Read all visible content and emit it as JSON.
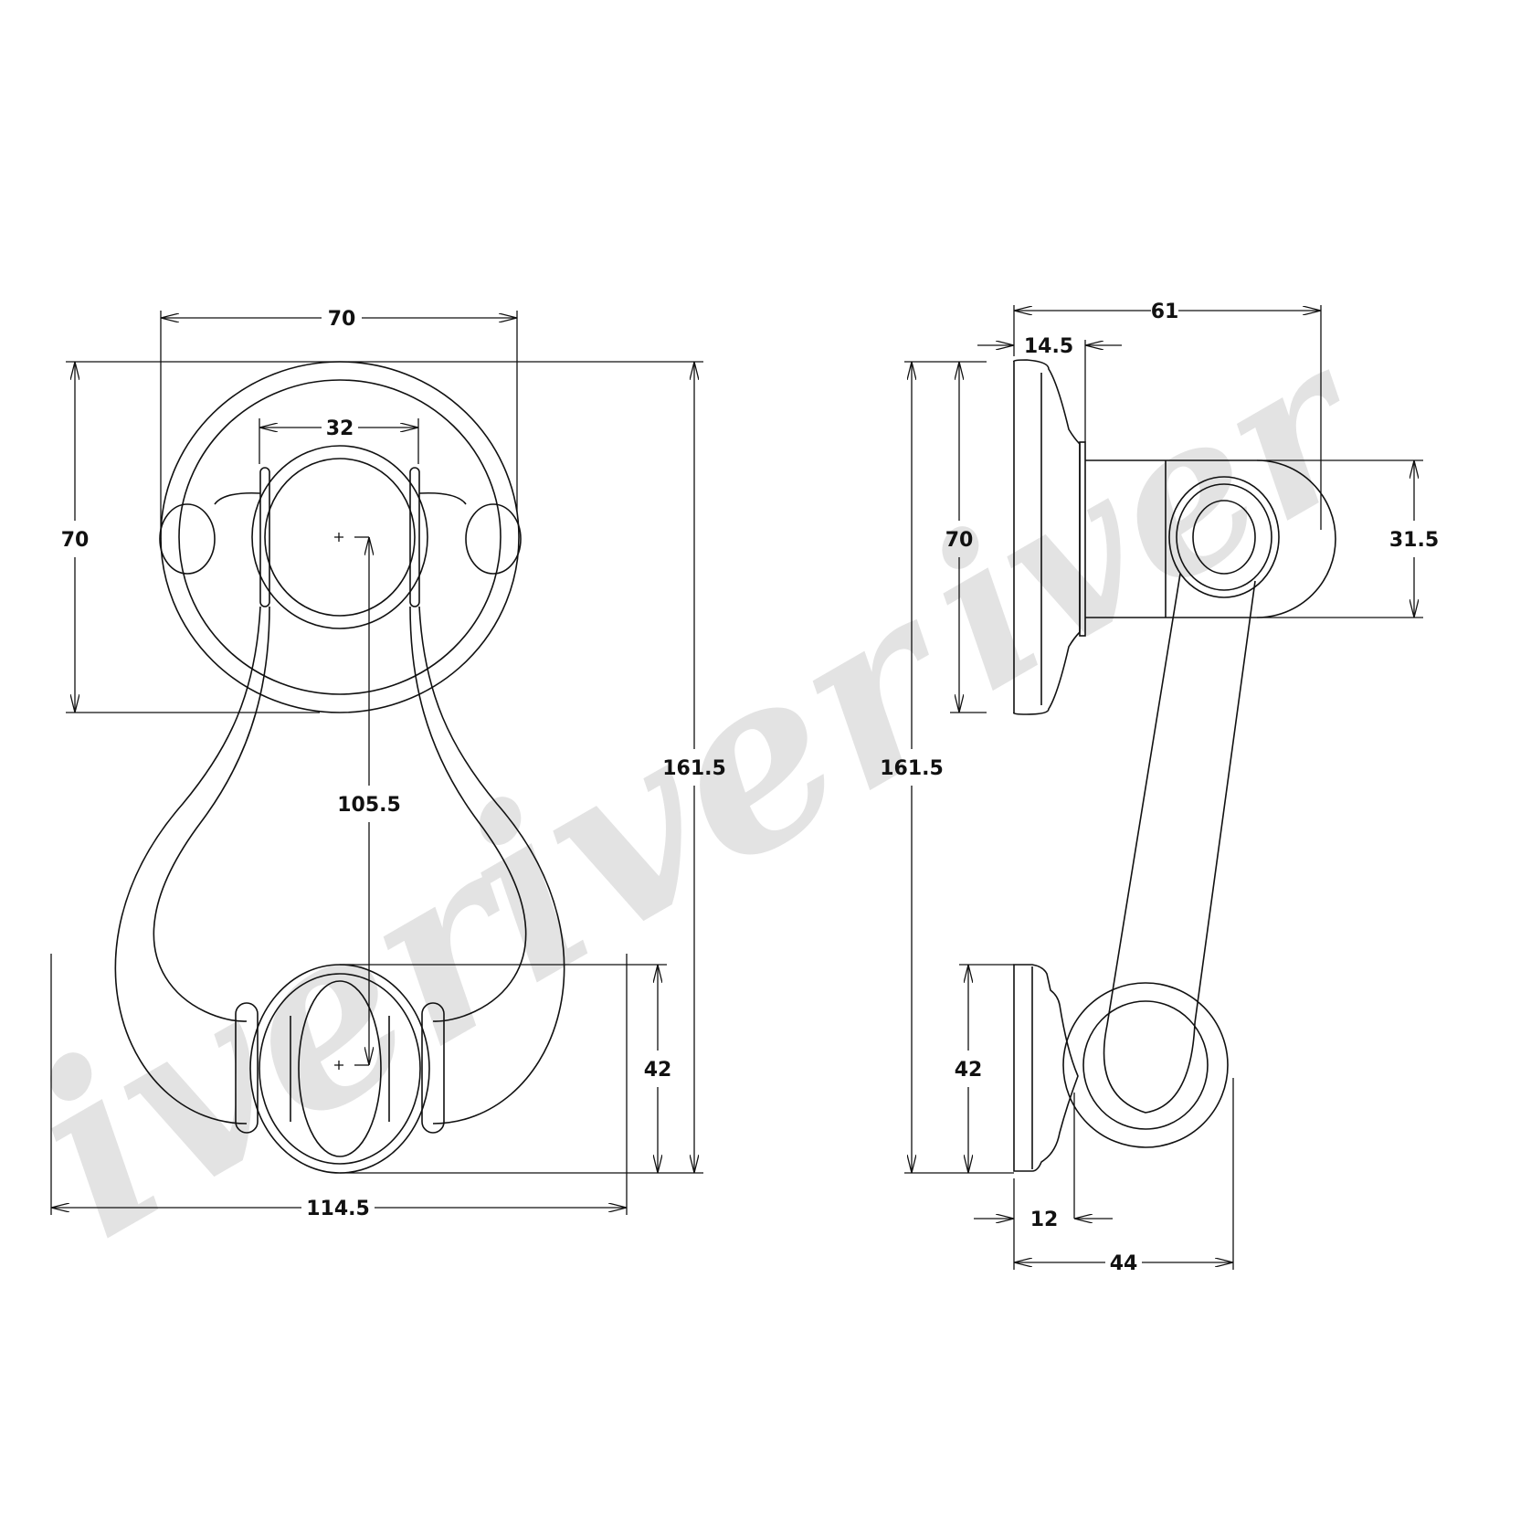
{
  "diagram": {
    "type": "technical-dimension-drawing",
    "subject": "door knocker",
    "units": "mm",
    "watermark": {
      "text": "iver",
      "color": "#e3e3e3",
      "instances": 3
    },
    "line_color": "#111111",
    "background": "#ffffff",
    "views": {
      "front": {
        "name": "front view",
        "dimensions": {
          "backplate_width": "70",
          "backplate_height": "70",
          "inner_spacing": "32",
          "overall_height": "161.5",
          "center_distance": "105.5",
          "striker_height": "42",
          "overall_width": "114.5"
        }
      },
      "side": {
        "name": "side view",
        "dimensions": {
          "overall_projection": "61",
          "backplate_depth": "14.5",
          "backplate_height": "70",
          "overall_height": "161.5",
          "hinge_height": "31.5",
          "striker_height": "42",
          "striker_depth": "12",
          "bottom_projection": "44"
        }
      }
    }
  }
}
